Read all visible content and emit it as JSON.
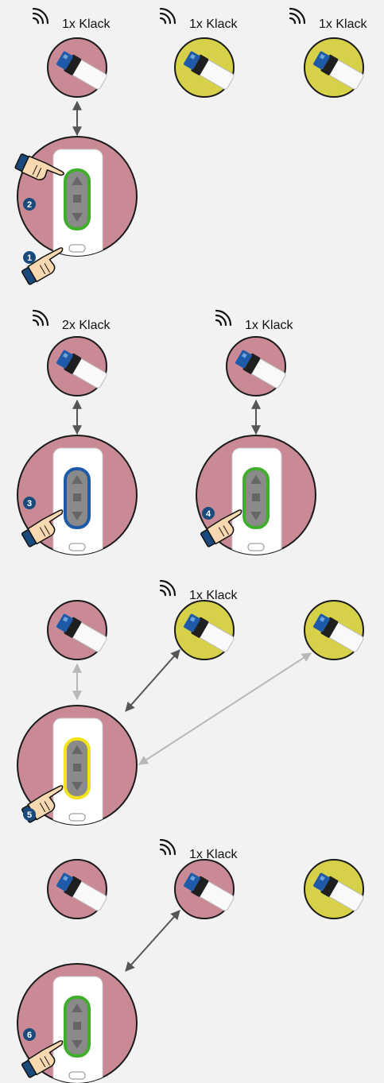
{
  "colors": {
    "background": "#f2f2f2",
    "motor_pink": "#c98a96",
    "motor_yellow": "#d6d148",
    "ring_green": "#3fae2a",
    "ring_blue": "#1f5aa8",
    "ring_yellow": "#f2e21b",
    "arrow_dark": "#555555",
    "arrow_light": "#b8b8b8",
    "badge": "#1a4a7c",
    "finger_fill": "#f7d8b0"
  },
  "labels": {
    "klack_1": "1x Klack",
    "klack_2": "2x Klack"
  },
  "steps": {
    "s1": "1",
    "s2": "2",
    "s3": "3",
    "s4": "4",
    "s5": "5",
    "s6": "6"
  },
  "icons": {
    "sound": "sound-waves-icon",
    "motor": "tube-motor-icon",
    "remote": "remote-control-icon",
    "hand": "pointing-hand-icon"
  }
}
